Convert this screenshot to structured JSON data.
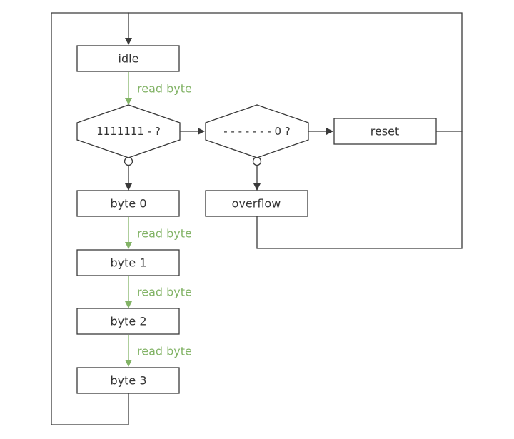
{
  "colors": {
    "line": "#3a3a3a",
    "accent": "#82b366",
    "background": "#ffffff"
  },
  "nodes": {
    "idle": "idle",
    "check_prefix": "1111111 - ?",
    "check_zero": "- - - - - - - 0 ?",
    "reset": "reset",
    "overflow": "overflow",
    "byte0": "byte 0",
    "byte1": "byte 1",
    "byte2": "byte 2",
    "byte3": "byte 3"
  },
  "edges": {
    "idle_to_check": "read byte",
    "byte0_to_byte1": "read byte",
    "byte1_to_byte2": "read byte",
    "byte2_to_byte3": "read byte"
  }
}
